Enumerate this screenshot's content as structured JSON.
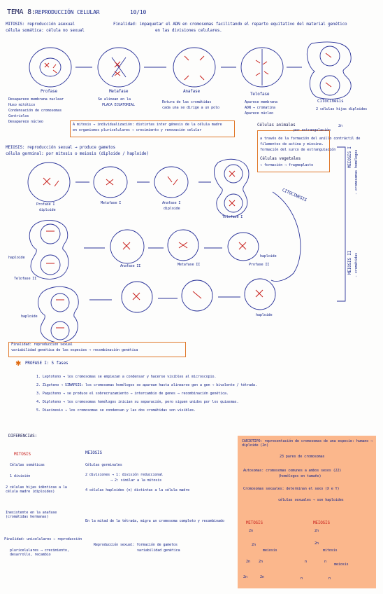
{
  "colors": {
    "ink": "#1b2a8c",
    "dark": "#1a1d56",
    "accent": "#e06a10",
    "chrom_red": "#c8201c",
    "highlight": "#fbb78c"
  },
  "title": {
    "tema": "TEMA 8:",
    "name": "REPRODUCCIÓN CELULAR",
    "score": "10/10"
  },
  "mitosis": {
    "heading": "MITOSIS: reproducción asexual",
    "sub": "célula somática: célula no sexual",
    "finalidad": "Finalidad: impaquetar el ADN en cromosomas facilitando el reparto equitativo del material genético",
    "finalidad2": "en las divisiones celulares.",
    "phases": [
      "Profase",
      "Metafase",
      "Anafase",
      "Telofase"
    ],
    "citocinesis": "Citocinesis",
    "citocinesis_note": "2 células hijas diploides",
    "profase_notes": [
      "Desaparece membrana nuclear",
      "Huso mitótico",
      "Condensación de cromosomas",
      "Centriolos",
      "Desaparece núcleo"
    ],
    "metafase_notes": [
      "Se alinean en la",
      "PLACA ECUATORIAL"
    ],
    "anafase_notes": [
      "Rotura de las cromátidas",
      "cada una se dirige a un polo"
    ],
    "telofase_notes": [
      "Aparece membrana",
      "ADN → cromatina",
      "Aparece núcleo"
    ],
    "box_lines": [
      "A mitosis → individualización: distintas inter génesis de la célula madre",
      "en organismos pluricelulares → crecimiento y renovación celular"
    ],
    "animales_title": "Células animales",
    "animales_note": "por estrangulación",
    "animales_line1": "a través de la formación del anillo contráctil de",
    "animales_line2": "filamentos de actina y miosina.",
    "vegetales_line0": "formación del surco de estrangulación",
    "vegetales_title": "Células vegetales",
    "vegetales_line": "→ formación → fragmoplasto",
    "two_n": "2n"
  },
  "meiosis": {
    "heading": "MEIOSIS: reproducción sexual → produce gametos",
    "sub": "célula germinal: por mitosis o meiosis (diploide / haploide)",
    "phases_I": [
      "Profase I",
      "Metafase I",
      "Anafase I",
      "Telofase I"
    ],
    "profase_I_sub": "diploide",
    "anafase_I_sub": "diploide",
    "citocinesis": "CITOCINESIS",
    "phases_II": [
      "Telofase II",
      "Anafase II",
      "Metafase II",
      "Profase II"
    ],
    "haploide": "haploide",
    "meiosis_I": "MEIOSIS I",
    "meiosis_I_note": "- cromosomas homólogos",
    "meiosis_II": "MEIOSIS II",
    "meiosis_II_note": "- cromátidas",
    "finalidad1": "Finalidad: reproducción sexual",
    "finalidad2": "variabilidad genética de las especies → recombinación genética"
  },
  "profase": {
    "title": "PROFASE I: 5 fases",
    "items": [
      "1. Leptoteno → los cromosomas se empiezan a condensar y hacerse visibles al microscopio.",
      "2. Zigoteno → SINAPSIS: los cromosomas homólogos se aparean hasta alinearse gen a gen → bivalente / tétrada.",
      "3. Paquiteno → se produce el sobrecruzamiento → intercambio de genes → recombinación genética.",
      "4. Diploteno → los cromosomas homólogos inician su separación, pero siguen unidos por los quiasmas.",
      "5. Diacinesis → los cromosomas se condensan y las dos cromátidas son visibles."
    ]
  },
  "diferencias": {
    "title": "DIFERENCIAS:",
    "col_mitosis": "MITOSIS",
    "col_meiosis": "MEIOSIS",
    "mitosis_rows": [
      "Células somáticas",
      "1 división",
      "2 células hijas idénticas a la célula madre (diploides)",
      "Inexistente en la anafase (cromátidas hermanas)",
      "Finalidad: unicelulares → reproducción",
      "pluricelulares → crecimiento, desarrollo, recambio"
    ],
    "meiosis_rows": [
      "Células germinales",
      "2 divisiones → 1: división reduccional",
      "→ 2: similar a la mitosis",
      "4 células haploides (n) distintas a la célula madre",
      "En la mitad de la tétrada, migra un cromosoma completo y recombinado",
      "Reproducción sexual: formación de gametos",
      "variabilidad genética"
    ]
  },
  "cariotipo": {
    "title": "CARIOTIPO: representación de cromosomas de una especie: humano → diploide (2n)",
    "line2": "23 pares de cromosomas",
    "auto": "Autosomas: cromosomas comunes a ambos sexos (22)",
    "auto2": "(homólogos en tamaño)",
    "sexuales": "Cromosomas sexuales: determinan el sexo (X e Y)",
    "sexuales2": "células sexuales → son haploides",
    "col_mitosis": "MITOSIS",
    "col_meiosis": "MEIOSIS",
    "mit_tree": [
      "2n",
      "2n",
      "2n",
      "2n",
      "2n",
      "2n"
    ],
    "mei_tree": [
      "2n",
      "2n",
      "n",
      "n",
      "n",
      "n"
    ],
    "tree_labels": [
      "meiosis",
      "mitosis",
      "meiosis"
    ]
  }
}
